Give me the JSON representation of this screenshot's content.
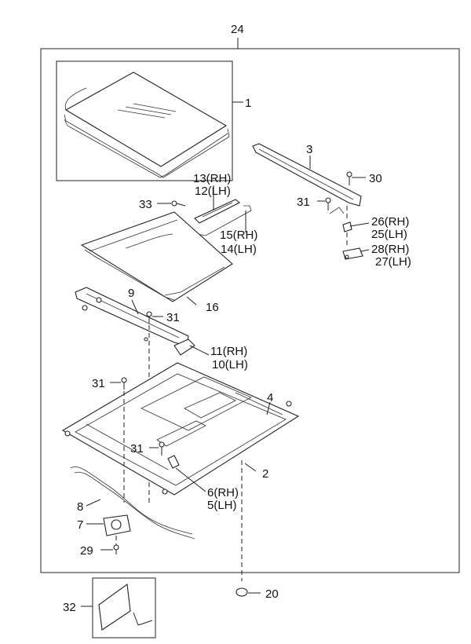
{
  "callouts": {
    "c24": "24",
    "c1": "1",
    "c3": "3",
    "c30": "30",
    "c13": "13(RH)",
    "c12": "12(LH)",
    "c33": "33",
    "c31a": "31",
    "c26": "26(RH)",
    "c25": "25(LH)",
    "c15": "15(RH)",
    "c14": "14(LH)",
    "c28": "28(RH)",
    "c27": "27(LH)",
    "c9": "9",
    "c31b": "31",
    "c16": "16",
    "c11": "11(RH)",
    "c10": "10(LH)",
    "c31c": "31",
    "c4": "4",
    "c31d": "31",
    "c2": "2",
    "c6": "6(RH)",
    "c5": "5(LH)",
    "c8": "8",
    "c7": "7",
    "c29": "29",
    "c20": "20",
    "c32": "32"
  }
}
